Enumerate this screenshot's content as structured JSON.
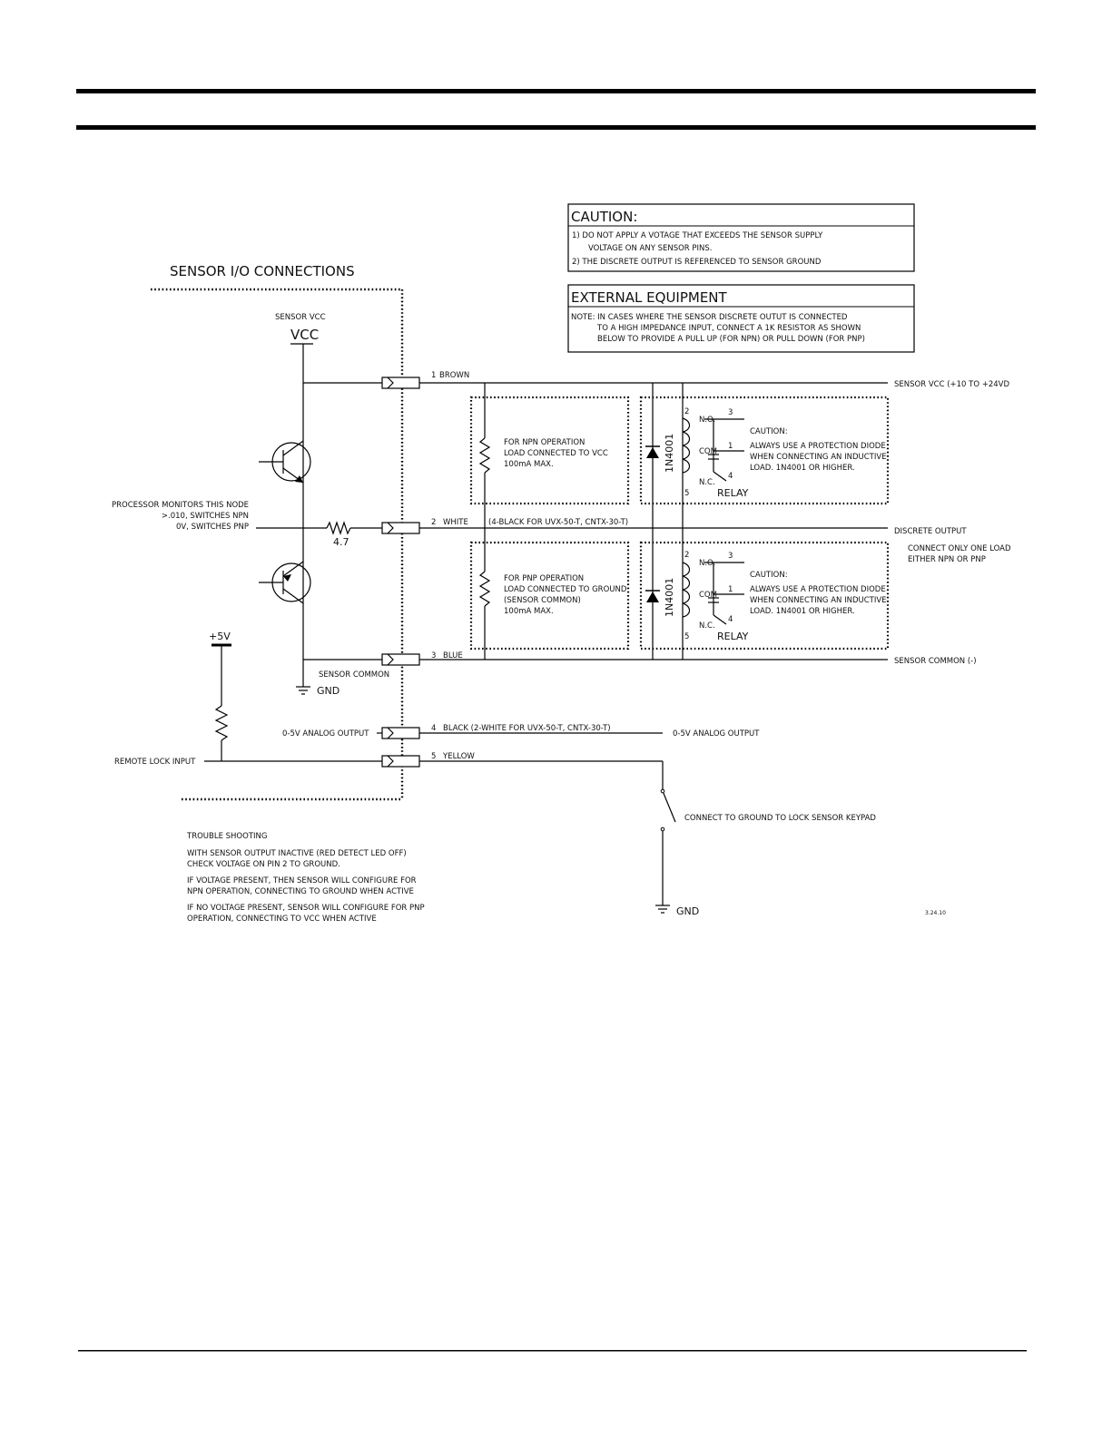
{
  "title": "SENSOR I/O CONNECTIONS",
  "caution_box": {
    "heading": "CAUTION:",
    "line1": "1)  DO NOT APPLY A VOTAGE THAT EXCEEDS THE SENSOR SUPPLY",
    "line2": "VOLTAGE ON ANY SENSOR PINS.",
    "line3": "2)  THE DISCRETE OUTPUT IS REFERENCED TO SENSOR GROUND"
  },
  "external_box": {
    "heading": "EXTERNAL EQUIPMENT",
    "line1": "NOTE:  IN CASES WHERE THE SENSOR DISCRETE OUTUT IS CONNECTED",
    "line2": "TO A HIGH IMPEDANCE INPUT, CONNECT A 1K RESISTOR AS SHOWN",
    "line3": "BELOW TO PROVIDE A PULL UP (FOR NPN) OR PULL DOWN (FOR PNP)"
  },
  "left": {
    "sensor_vcc": "SENSOR VCC",
    "vcc": "VCC",
    "proc_line1": "PROCESSOR MONITORS THIS NODE",
    "proc_line2": ">.010, SWITCHES NPN",
    "proc_line3": "0V, SWITCHES PNP",
    "resistor": "4.7",
    "plus5v": "+5V",
    "sensor_common": "SENSOR COMMON",
    "gnd": "GND",
    "analog_output": "0-5V ANALOG OUTPUT",
    "remote_lock": "REMOTE LOCK INPUT"
  },
  "wires": {
    "w1_num": "1",
    "w1": "BROWN",
    "w2_num": "2",
    "w2": "WHITE",
    "w2_note": "(4-BLACK FOR UVX-50-T, CNTX-30-T)",
    "w3_num": "3",
    "w3": "BLUE",
    "w4_num": "4",
    "w4": "BLACK (2-WHITE FOR UVX-50-T, CNTX-30-T)",
    "w5_num": "5",
    "w5": "YELLOW"
  },
  "right": {
    "sensor_vcc": "SENSOR VCC (+10 TO +24VD",
    "discrete_output": "DISCRETE OUTPUT",
    "connect1": "CONNECT ONLY ONE LOAD",
    "connect2": "EITHER NPN OR PNP",
    "sensor_common": "SENSOR COMMON (-)",
    "analog_output": "0-5V ANALOG OUTPUT",
    "lock_note": "CONNECT TO GROUND TO LOCK SENSOR KEYPAD",
    "gnd": "GND",
    "code": "3.24.10"
  },
  "npn_box": {
    "line1": "FOR NPN OPERATION",
    "line2": "LOAD CONNECTED TO VCC",
    "line3": "100mA MAX."
  },
  "pnp_box": {
    "line1": "FOR PNP OPERATION",
    "line2": "LOAD CONNECTED TO GROUND",
    "line3": "(SENSOR COMMON)",
    "line4": "100mA MAX."
  },
  "relay": {
    "diode": "1N4001",
    "pin2": "2",
    "no": "N.O.",
    "pin3": "3",
    "com": "COM",
    "pin1": "1",
    "nc": "N.C.",
    "pin4": "4",
    "pin5": "5",
    "label": "RELAY",
    "caution_head": "CAUTION:",
    "caution1": "ALWAYS USE A PROTECTION DIODE",
    "caution2": "WHEN CONNECTING AN INDUCTIVE",
    "caution3": "LOAD. 1N4001 OR HIGHER."
  },
  "trouble": {
    "head": "TROUBLE SHOOTING",
    "l1": "WITH SENSOR OUTPUT INACTIVE (RED DETECT LED OFF)",
    "l2": "CHECK VOLTAGE ON PIN 2 TO GROUND.",
    "l3": "IF VOLTAGE PRESENT, THEN SENSOR WILL CONFIGURE FOR",
    "l4": "NPN OPERATION, CONNECTING TO GROUND WHEN ACTIVE",
    "l5": "IF NO VOLTAGE PRESENT, SENSOR WILL CONFIGURE FOR PNP",
    "l6": "OPERATION, CONNECTING TO VCC WHEN ACTIVE"
  }
}
